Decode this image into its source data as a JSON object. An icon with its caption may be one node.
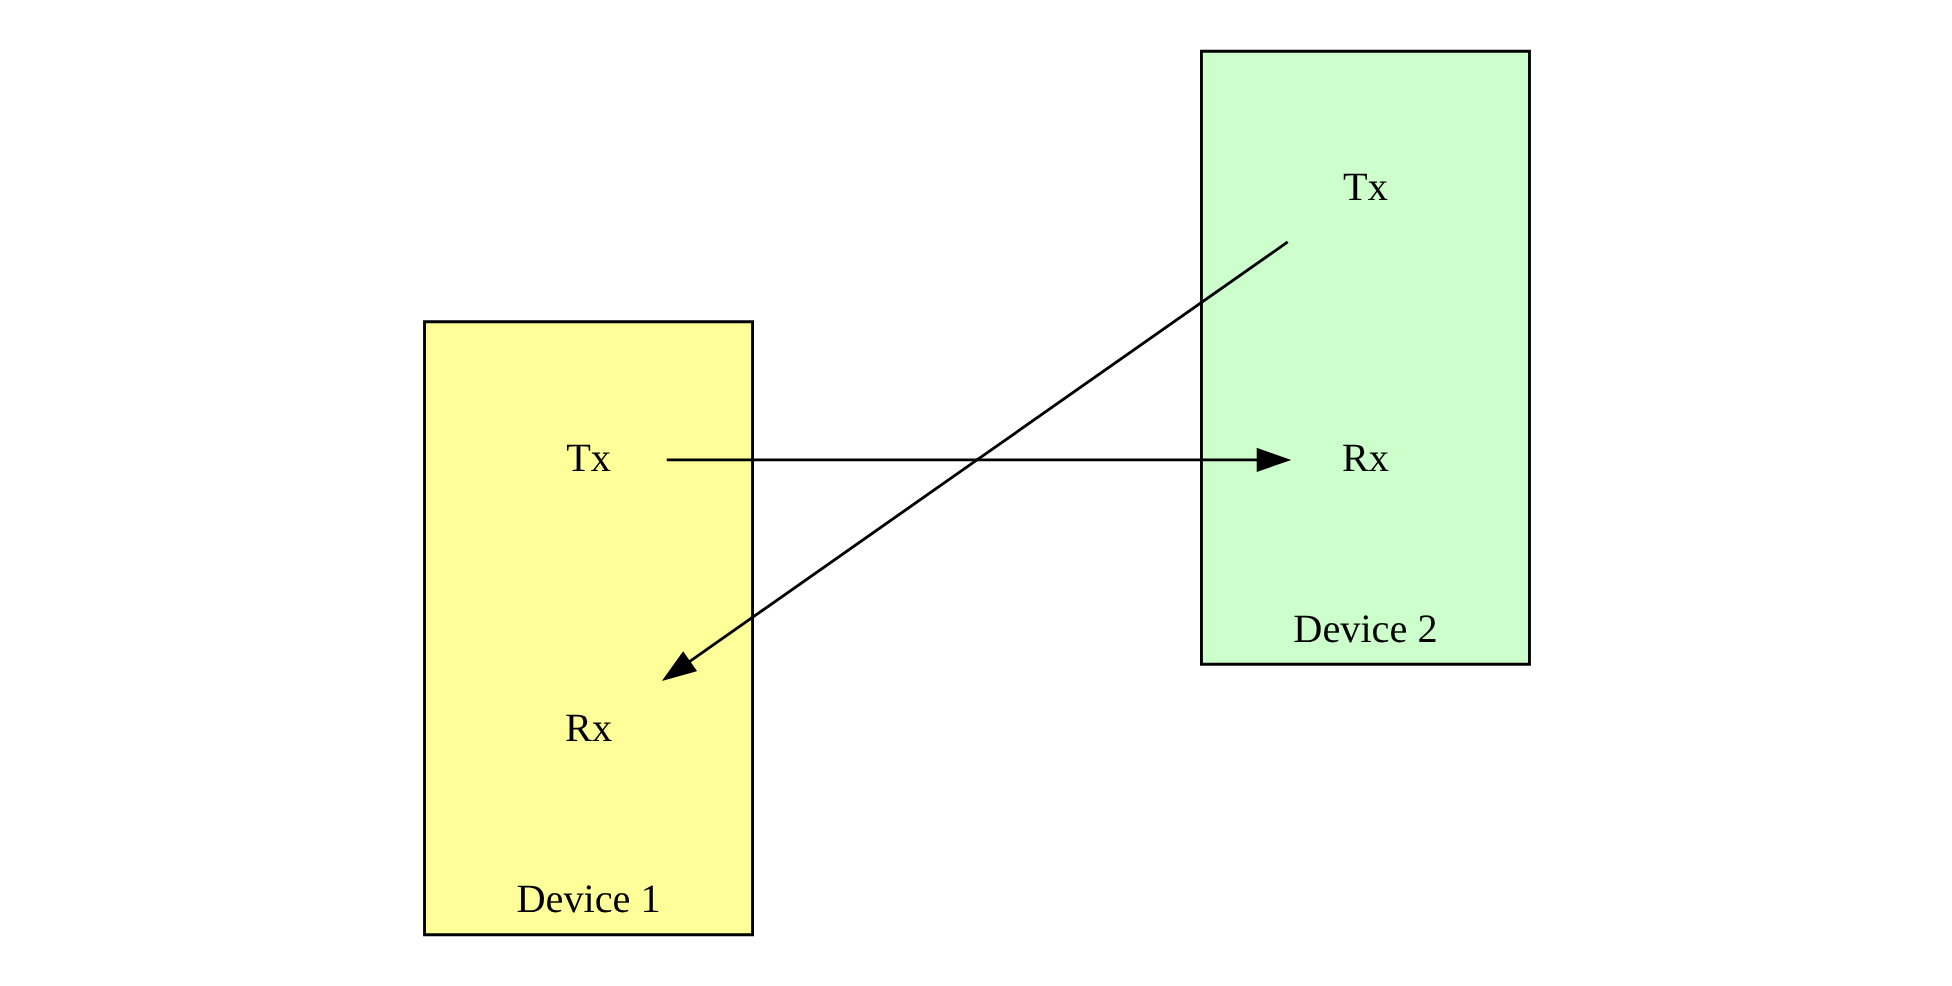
{
  "diagram": {
    "nodes": [
      {
        "text": [
          "Device 1"
        ]
      },
      {
        "text": [
          "Tx"
        ],
        "in": 0
      },
      {
        "text": [
          "Rx"
        ],
        "in": 0
      },
      {
        "text": [
          "Device 2"
        ]
      },
      {
        "text": [
          "Tx"
        ],
        "in": 3
      },
      {
        "text": [
          "Rx"
        ],
        "in": 3
      }
    ],
    "edges": [
      {
        "from": 1,
        "to": 5,
        "arrow": "to"
      },
      {
        "from": 4,
        "to": 2,
        "arrow": "to"
      }
    ]
  }
}
